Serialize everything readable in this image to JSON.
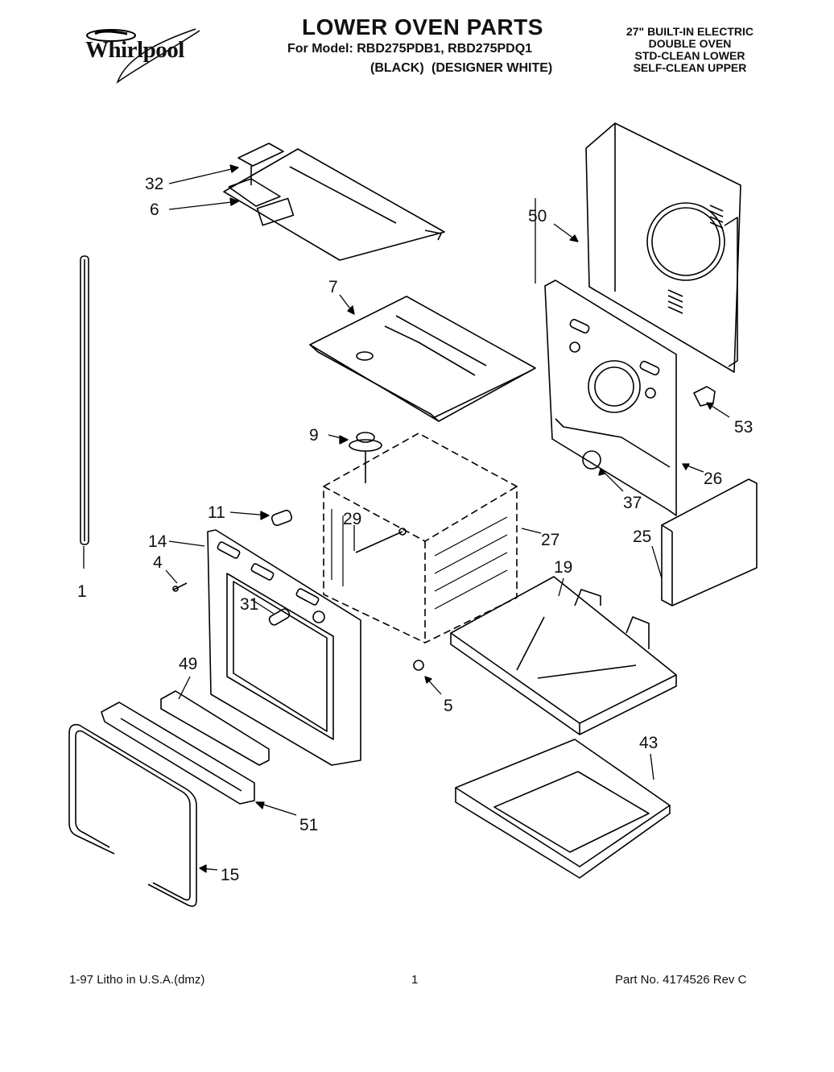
{
  "header": {
    "brand": "Whirlpool",
    "title": "LOWER OVEN PARTS",
    "model_line": "For Model: RBD275PDB1, RBD275PDQ1",
    "variant_black": "(BLACK)",
    "variant_white": "(DESIGNER WHITE)",
    "spec_lines": [
      "27\" BUILT-IN ELECTRIC",
      "DOUBLE OVEN",
      "STD-CLEAN LOWER",
      "SELF-CLEAN UPPER"
    ]
  },
  "callouts": {
    "c32": "32",
    "c6": "6",
    "c50": "50",
    "c7": "7",
    "c9": "9",
    "c53": "53",
    "c11": "11",
    "c29": "29",
    "c27": "27",
    "c37": "37",
    "c26": "26",
    "c14": "14",
    "c4": "4",
    "c1": "1",
    "c25": "25",
    "c19": "19",
    "c31": "31",
    "c5": "5",
    "c49": "49",
    "c43": "43",
    "c51": "51",
    "c15": "15"
  },
  "footer": {
    "left": "1-97 Litho in U.S.A.(dmz)",
    "page": "1",
    "right": "Part No. 4174526 Rev C"
  }
}
